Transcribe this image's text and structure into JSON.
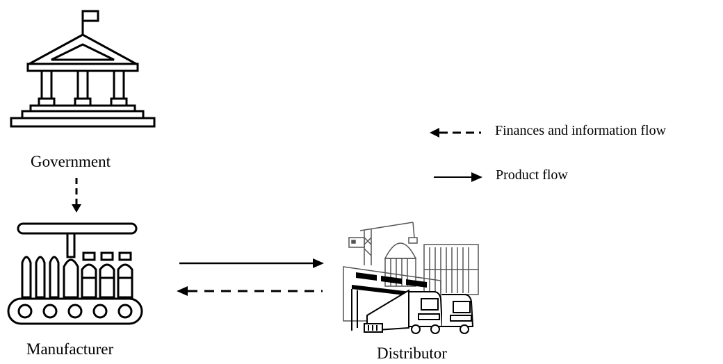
{
  "nodes": {
    "government": {
      "label": "Government",
      "icon": "government-building-icon"
    },
    "manufacturer": {
      "label": "Manufacturer",
      "icon": "bottling-conveyor-icon"
    },
    "distributor": {
      "label": "Distributor",
      "icon": "warehouse-trucks-icon"
    }
  },
  "legend": {
    "finance": {
      "label": "Finances and information flow",
      "style": "dashed"
    },
    "product": {
      "label": "Product flow",
      "style": "solid"
    }
  },
  "edges": [
    {
      "from": "government",
      "to": "manufacturer",
      "type": "finance"
    },
    {
      "from": "manufacturer",
      "to": "distributor",
      "type": "product"
    },
    {
      "from": "distributor",
      "to": "manufacturer",
      "type": "finance"
    }
  ],
  "colors": {
    "stroke": "#000000",
    "warehouse_line": "#555555",
    "background": "#ffffff"
  }
}
